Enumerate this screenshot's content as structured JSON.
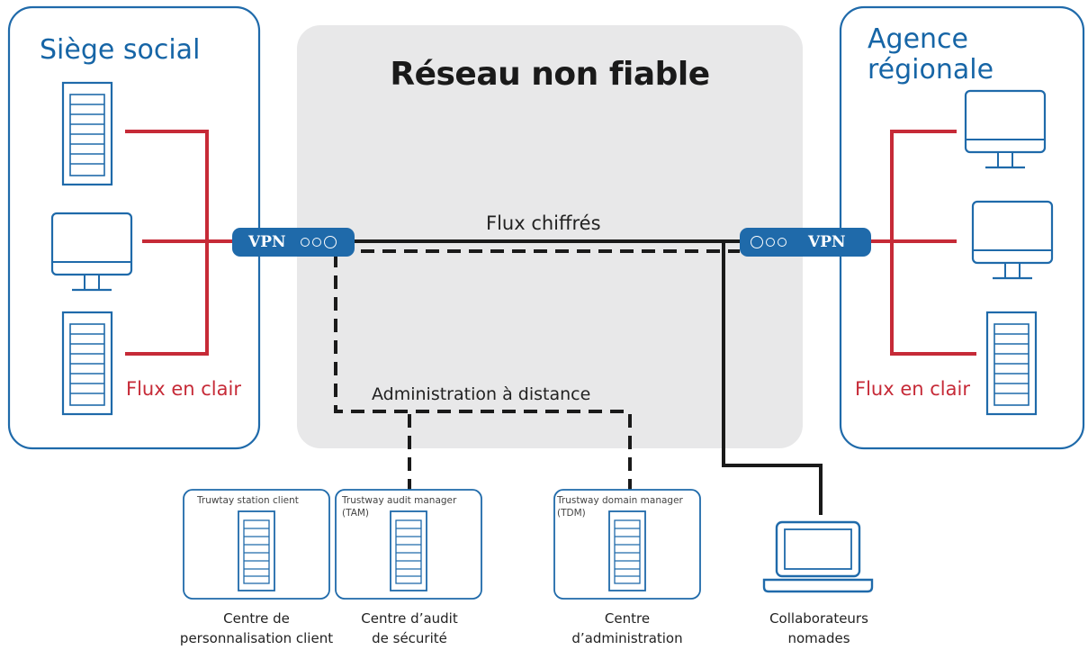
{
  "untrusted_network": {
    "title": "Réseau non fiable"
  },
  "headquarters": {
    "title": "Siège social",
    "flow_label": "Flux en clair"
  },
  "regional_office": {
    "title_line1": "Agence",
    "title_line2": "régionale",
    "flow_label": "Flux en clair"
  },
  "vpn_left": {
    "label": "VPN"
  },
  "vpn_right": {
    "label": "VPN"
  },
  "encrypted_flow": {
    "label": "Flux chiffrés"
  },
  "remote_admin": {
    "label": "Administration à distance"
  },
  "cards": [
    {
      "title_line1": "Truwtay station client",
      "title_line2": "",
      "caption_line1": "Centre de",
      "caption_line2": "personnalisation client"
    },
    {
      "title_line1": "Trustway audit manager",
      "title_line2": "(TAM)",
      "caption_line1": "Centre d’audit",
      "caption_line2": "de sécurité"
    },
    {
      "title_line1": "Trustway domain manager",
      "title_line2": "(TDM)",
      "caption_line1": "Centre",
      "caption_line2": "d’administration"
    }
  ],
  "mobile": {
    "caption_line1": "Collaborateurs",
    "caption_line2": "nomades"
  },
  "colors": {
    "blue": "#1f6aaa",
    "red": "#c62a37",
    "grey_zone": "#e8e8e9",
    "line": "#1a1a1a"
  },
  "icons": [
    "server-icon",
    "monitor-icon",
    "laptop-icon",
    "vpn-gateway-icon"
  ]
}
